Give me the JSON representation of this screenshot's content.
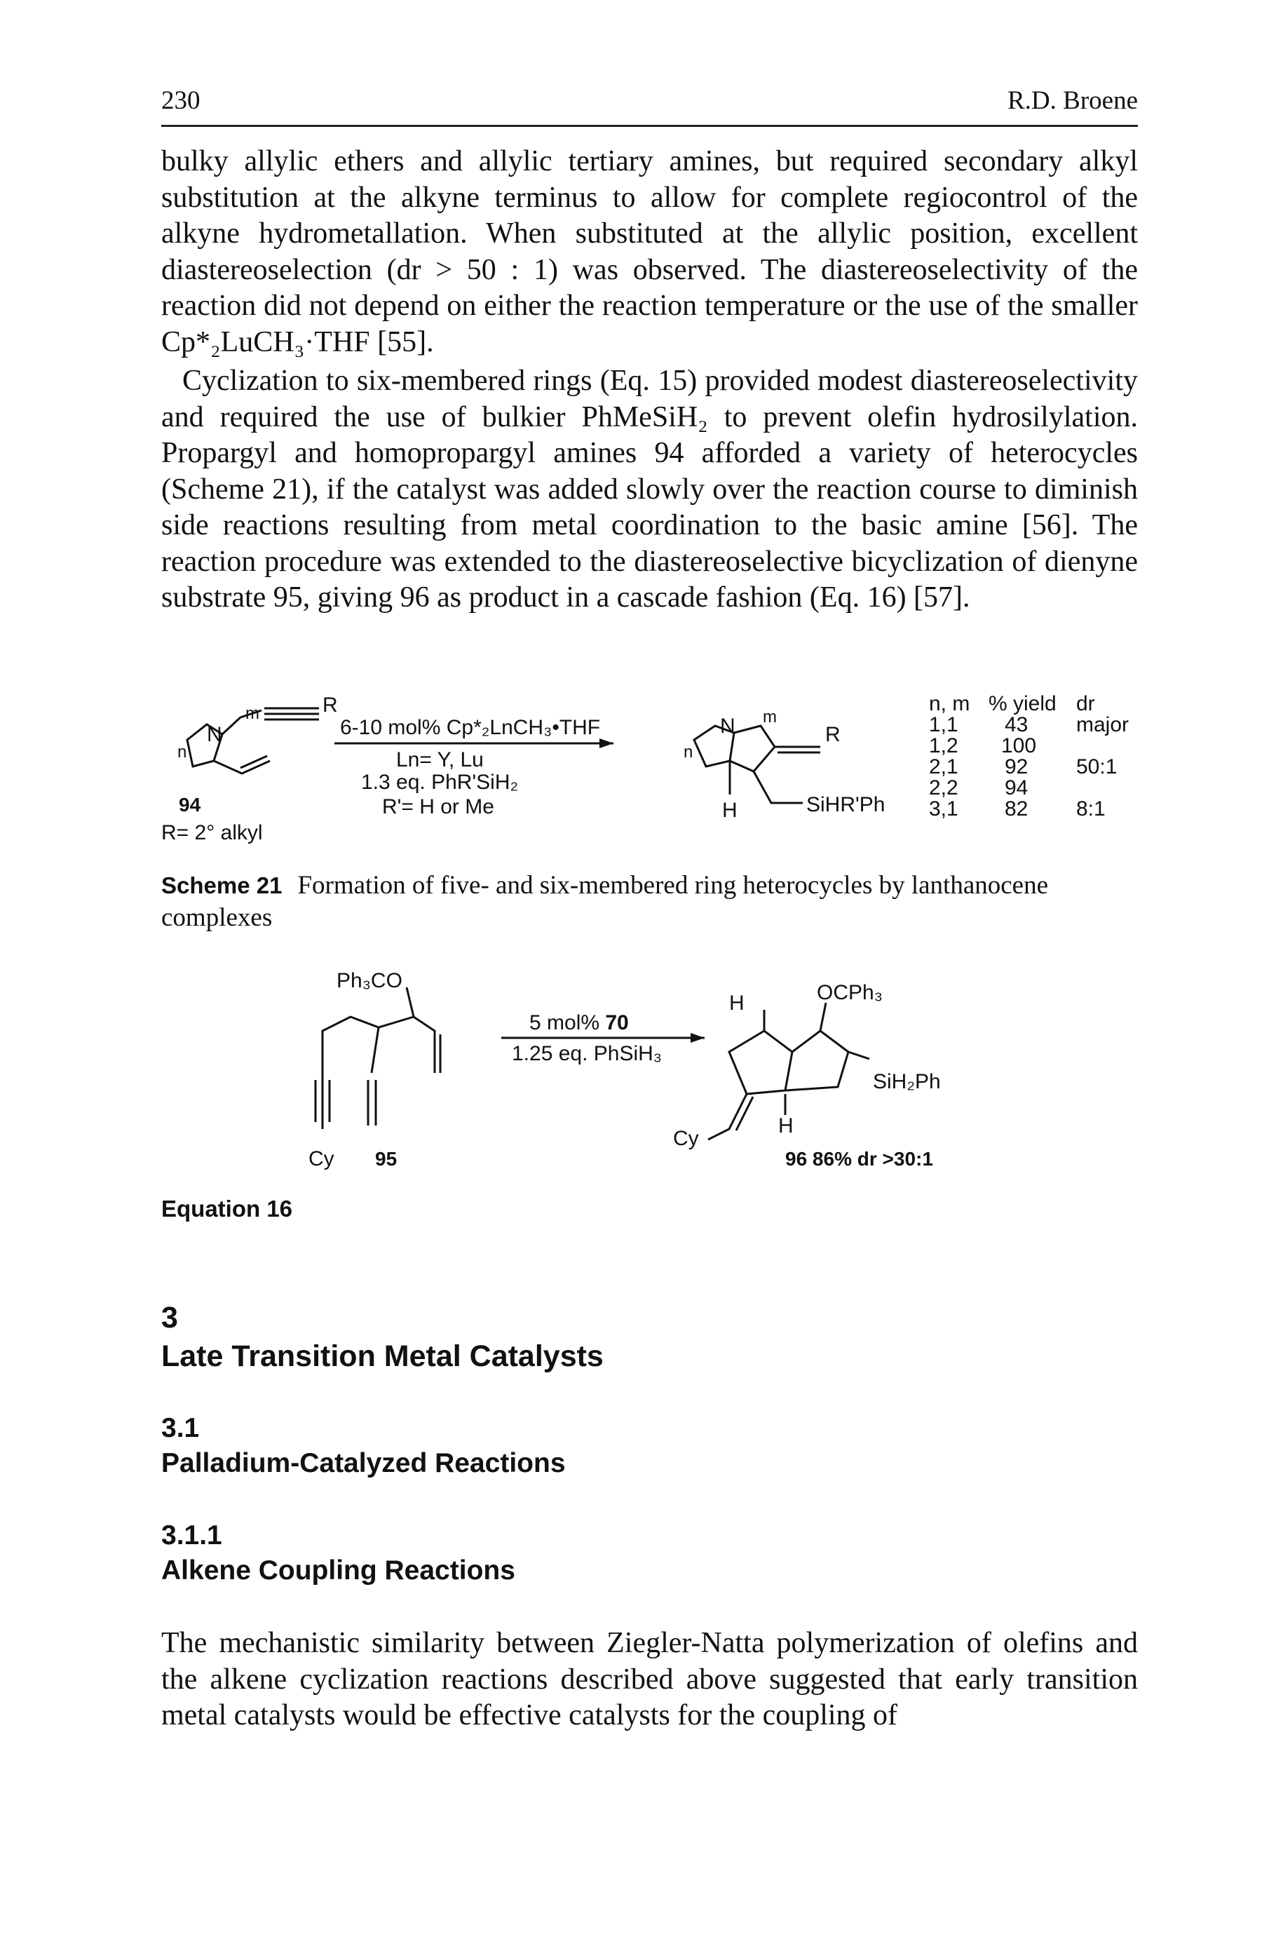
{
  "header": {
    "page_number": "230",
    "author": "R.D. Broene"
  },
  "para1": "bulky allylic ethers and allylic tertiary amines, but required secondary alkyl substitution at the alkyne terminus to allow for complete regiocontrol of the alkyne hydrometallation. When substituted at the allylic position, excellent diastereoselection (dr > 50 : 1) was observed. The diastereoselectivity of the reaction did not depend on either the reaction temperature or the use of the smaller Cp*₂LuCH₃·THF [55].",
  "para2": "Cyclization to six-membered rings (Eq. 15) provided modest diastereoselectivity and required the use of bulkier PhMeSiH₂ to prevent olefin hydrosilylation. Propargyl and homopropargyl amines 94 afforded a variety of heterocycles (Scheme 21), if the catalyst was added slowly over the reaction course to diminish side reactions resulting from metal coordination to the basic amine [56]. The reaction procedure was extended to the diastereoselective bicyclization of dienyne substrate 95, giving 96 as product in a cascade fashion (Eq. 16) [57].",
  "scheme21": {
    "reagent_line1": "6-10 mol% Cp*₂LnCH₃•THF",
    "reagent_line2": "Ln= Y, Lu",
    "reagent_line3": "1.3 eq. PhR'SiH₂",
    "reagent_line4": "R'= H or Me",
    "substrate_label": "94",
    "substrate_r": "R= 2° alkyl",
    "product_silyl": "SiHR'Ph",
    "atom_N": "N",
    "atom_R": "R",
    "atom_H": "H",
    "sub_n": "n",
    "sub_m": "m",
    "table_headers": [
      "n, m",
      "% yield",
      "dr"
    ],
    "table_rows": [
      [
        "1,1",
        "43",
        "major"
      ],
      [
        "1,2",
        "100",
        ""
      ],
      [
        "2,1",
        "92",
        "50:1"
      ],
      [
        "2,2",
        "94",
        ""
      ],
      [
        "3,1",
        "82",
        "8:1"
      ]
    ],
    "caption_label": "Scheme 21",
    "caption_text": "Formation of five- and six-membered ring heterocycles by lanthanocene complexes"
  },
  "equation16": {
    "substrate_group": "Ph₃CO",
    "substrate_cy": "Cy",
    "substrate_label": "95",
    "reagent_line1_prefix": "5 mol% ",
    "reagent_line1_bold": "70",
    "reagent_line2": "1.25 eq. PhSiH₃",
    "product_h_top": "H",
    "product_group": "OCPh₃",
    "product_silyl": "SiH₂Ph",
    "product_h_bottom": "H",
    "product_cy": "Cy",
    "product_label": "96 86% dr >30:1",
    "label": "Equation 16"
  },
  "section3": {
    "number": "3",
    "title": "Late Transition Metal Catalysts"
  },
  "section31": {
    "number": "3.1",
    "title": "Palladium-Catalyzed Reactions"
  },
  "section311": {
    "number": "3.1.1",
    "title": "Alkene Coupling Reactions"
  },
  "para3": "The mechanistic similarity between Ziegler-Natta polymerization of olefins and the alkene cyclization reactions described above suggested that early transition metal catalysts would be effective catalysts for the coupling of"
}
